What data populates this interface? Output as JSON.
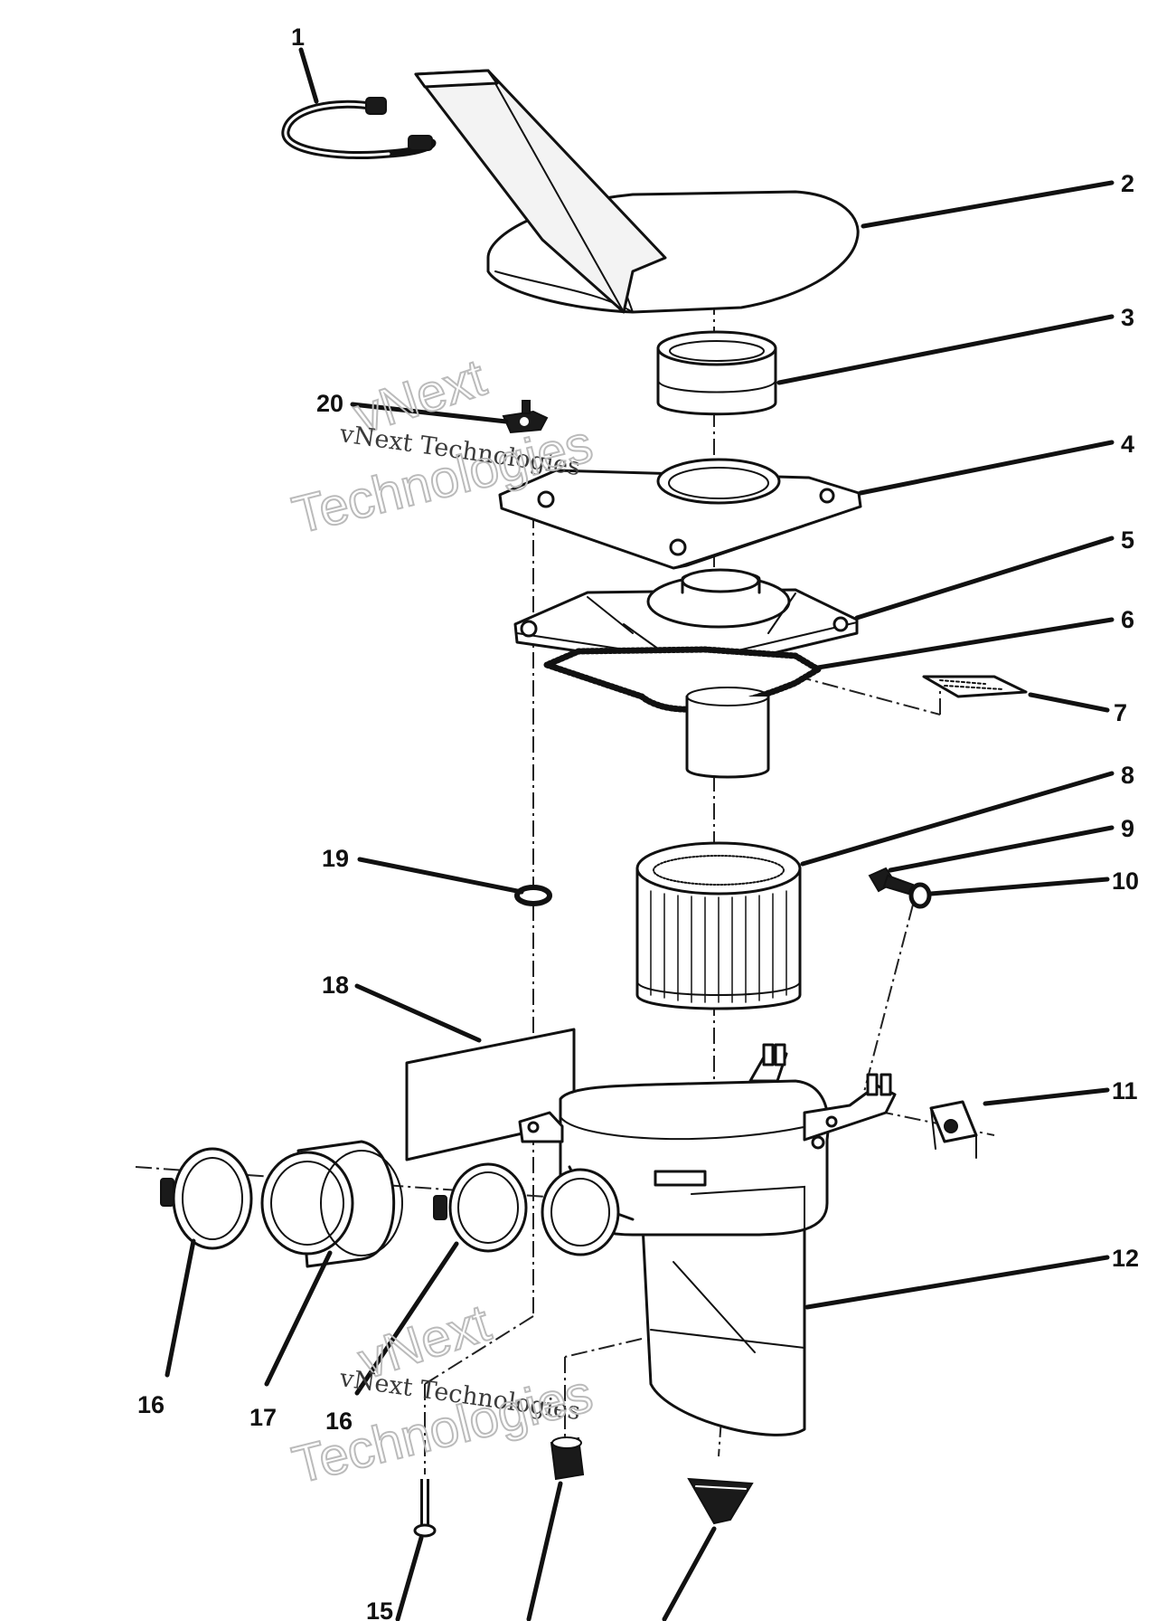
{
  "callouts": {
    "c1": "1",
    "c2": "2",
    "c3": "3",
    "c4": "4",
    "c5": "5",
    "c6": "6",
    "c7": "7",
    "c8": "8",
    "c9": "9",
    "c10": "10",
    "c11": "11",
    "c12": "12",
    "c15": "15",
    "c16a": "16",
    "c16b": "16",
    "c17": "17",
    "c18": "18",
    "c19": "19",
    "c20": "20"
  },
  "watermark": {
    "line_small": "vNext Technologies",
    "line_vnext": "vNext",
    "line_tech": "Technologies"
  }
}
